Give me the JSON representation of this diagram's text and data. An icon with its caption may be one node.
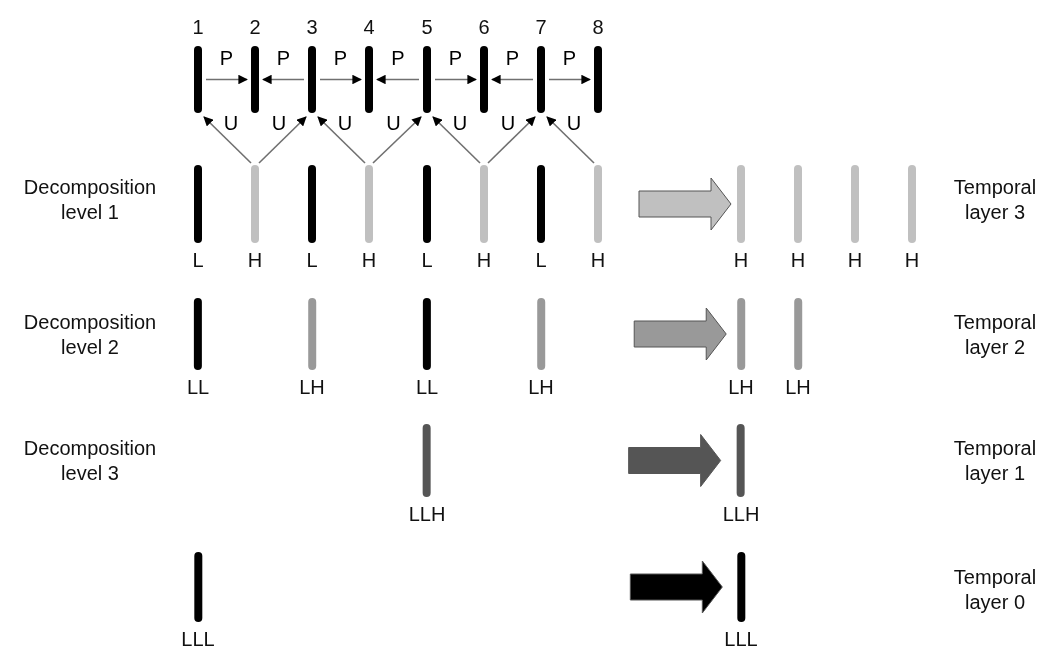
{
  "diagram": {
    "nodes": [
      {
        "text": [
          "1"
        ]
      },
      {
        "text": [
          "2"
        ]
      },
      {
        "text": [
          "3"
        ]
      },
      {
        "text": [
          "4"
        ]
      },
      {
        "text": [
          "5"
        ]
      },
      {
        "text": [
          "6"
        ]
      },
      {
        "text": [
          "7"
        ]
      },
      {
        "text": [
          "8"
        ]
      },
      {
        "text": [
          "L"
        ]
      },
      {
        "text": [
          "H"
        ]
      },
      {
        "text": [
          "L"
        ]
      },
      {
        "text": [
          "H"
        ]
      },
      {
        "text": [
          "L"
        ]
      },
      {
        "text": [
          "H"
        ]
      },
      {
        "text": [
          "L"
        ]
      },
      {
        "text": [
          "H"
        ]
      },
      {
        "text": [
          "H"
        ]
      },
      {
        "text": [
          "H"
        ]
      },
      {
        "text": [
          "H"
        ]
      },
      {
        "text": [
          "H"
        ]
      },
      {
        "text": [
          "LL"
        ]
      },
      {
        "text": [
          "LH"
        ]
      },
      {
        "text": [
          "LL"
        ]
      },
      {
        "text": [
          "LH"
        ]
      },
      {
        "text": [
          "LH"
        ]
      },
      {
        "text": [
          "LH"
        ]
      },
      {
        "text": [
          "LLH"
        ]
      },
      {
        "text": [
          "LLH"
        ]
      },
      {
        "text": [
          "LLL"
        ]
      },
      {
        "text": [
          "LLL"
        ]
      }
    ],
    "edges": [
      {
        "from": 0,
        "to": 1,
        "arrow": "to",
        "label": "P"
      },
      {
        "from": 2,
        "to": 1,
        "arrow": "to",
        "label": "P"
      },
      {
        "from": 2,
        "to": 3,
        "arrow": "to",
        "label": "P"
      },
      {
        "from": 4,
        "to": 3,
        "arrow": "to",
        "label": "P"
      },
      {
        "from": 4,
        "to": 5,
        "arrow": "to",
        "label": "P"
      },
      {
        "from": 6,
        "to": 5,
        "arrow": "to",
        "label": "P"
      },
      {
        "from": 6,
        "to": 7,
        "arrow": "to",
        "label": "P"
      },
      {
        "from": 9,
        "to": 0,
        "arrow": "to",
        "label": "U"
      },
      {
        "from": 9,
        "to": 2,
        "arrow": "to",
        "label": "U"
      },
      {
        "from": 11,
        "to": 2,
        "arrow": "to",
        "label": "U"
      },
      {
        "from": 11,
        "to": 4,
        "arrow": "to",
        "label": "U"
      },
      {
        "from": 13,
        "to": 4,
        "arrow": "to",
        "label": "U"
      },
      {
        "from": 13,
        "to": 6,
        "arrow": "to",
        "label": "U"
      },
      {
        "from": 15,
        "to": 6,
        "arrow": "to",
        "label": "U"
      },
      {
        "from": null,
        "to": 16,
        "arrow": "to",
        "style": "thick",
        "color": "#c0c0c0"
      },
      {
        "from": null,
        "to": 24,
        "arrow": "to",
        "style": "thick",
        "color": "#999999"
      },
      {
        "from": null,
        "to": 27,
        "arrow": "to",
        "style": "thick",
        "color": "#555555"
      },
      {
        "from": null,
        "to": 29,
        "arrow": "to",
        "style": "thick",
        "color": "#000000"
      }
    ],
    "labels": [
      "Decomposition level 1",
      "Temporal layer 3",
      "Decomposition level 2",
      "Temporal layer 2",
      "Decomposition level 3",
      "Temporal layer 1",
      "Temporal layer 0"
    ]
  }
}
